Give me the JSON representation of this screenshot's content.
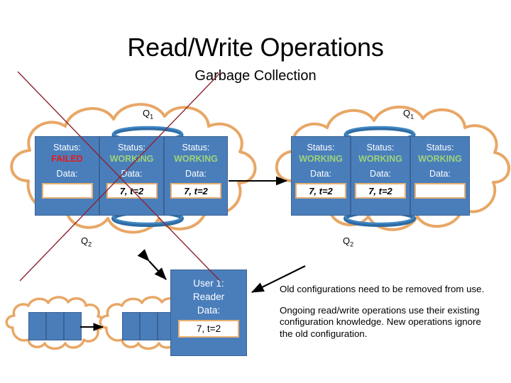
{
  "slide": {
    "title": "Read/Write Operations",
    "subtitle": "Garbage Collection"
  },
  "colors": {
    "panel_blue": "#4a7ebb",
    "panel_border": "#3a6294",
    "cloud_orange": "#e8a766",
    "data_border": "#e8b171",
    "status_failed": "#e8191a",
    "status_working": "#9ed37a",
    "cross_red": "#8c2230",
    "ring_blue": "#2e6ca4",
    "arrow_black": "#000000",
    "text_black": "#000000",
    "text_white": "#ffffff"
  },
  "labels": {
    "status": "Status:",
    "data": "Data:",
    "failed": "FAILED",
    "working": "WORKING",
    "value": "7, t=2",
    "empty": "",
    "q1": "Q",
    "q1_sub": "1",
    "q2": "Q",
    "q2_sub": "2"
  },
  "old_config": {
    "name": "old-configuration-cloud",
    "q_top": {
      "base": "Q",
      "sub": "1"
    },
    "q_bottom": {
      "base": "Q",
      "sub": "2"
    },
    "crossed_out": true,
    "panels": [
      {
        "status_label": "Status:",
        "status_value": "FAILED",
        "status_state": "failed",
        "data_label": "Data:",
        "data_value": ""
      },
      {
        "status_label": "Status:",
        "status_value": "WORKING",
        "status_state": "working",
        "data_label": "Data:",
        "data_value": "7, t=2"
      },
      {
        "status_label": "Status:",
        "status_value": "WORKING",
        "status_state": "working",
        "data_label": "Data:",
        "data_value": "7, t=2"
      }
    ]
  },
  "new_config": {
    "name": "new-configuration-cloud",
    "q_top": {
      "base": "Q",
      "sub": "1"
    },
    "q_bottom": {
      "base": "Q",
      "sub": "2"
    },
    "crossed_out": false,
    "panels": [
      {
        "status_label": "Status:",
        "status_value": "WORKING",
        "status_state": "working",
        "data_label": "Data:",
        "data_value": "7, t=2"
      },
      {
        "status_label": "Status:",
        "status_value": "WORKING",
        "status_state": "working",
        "data_label": "Data:",
        "data_value": "7, t=2"
      },
      {
        "status_label": "Status:",
        "status_value": "WORKING",
        "status_state": "working",
        "data_label": "Data:",
        "data_value": ""
      }
    ]
  },
  "user_box": {
    "line1": "User 1:",
    "line2": "Reader",
    "line3": "Data:",
    "data_value": "7, t=2"
  },
  "notes": {
    "paragraph1": "Old configurations need to be removed from use.",
    "paragraph2": "Ongoing read/write operations use their existing configuration knowledge.  New operations ignore the old configuration."
  },
  "icons": {
    "transition_arrow": "arrow-right-icon",
    "user_link_arrow": "double-headed-arrow-icon",
    "note_arrow": "arrow-left-icon",
    "mini_arrow": "arrow-right-icon",
    "cross_out": "red-cross-out-icon"
  }
}
